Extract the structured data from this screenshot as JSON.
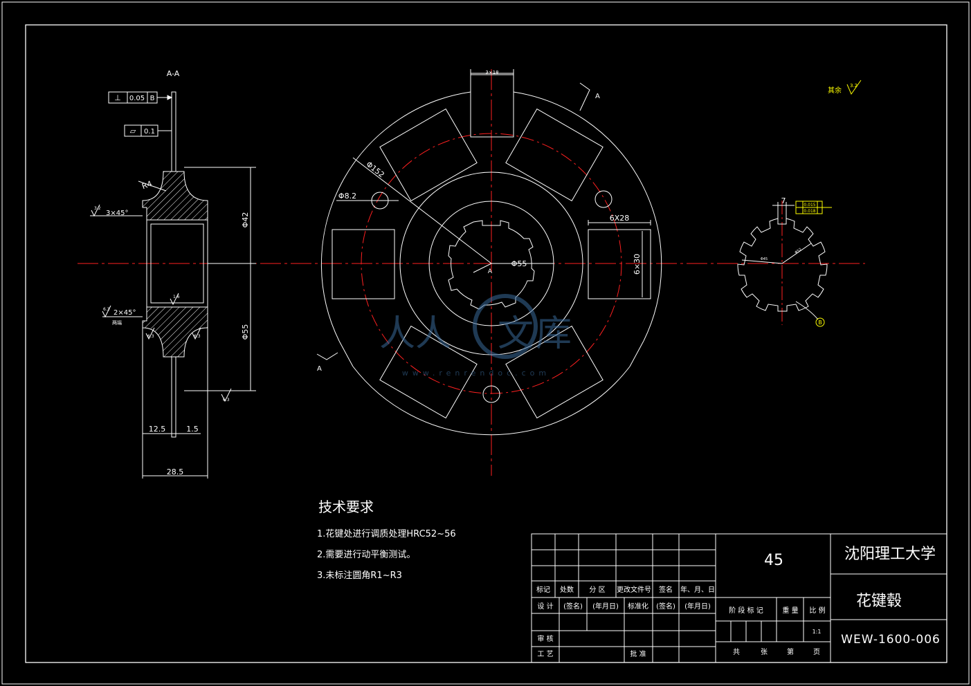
{
  "colors": {
    "background": "#000000",
    "line": "#ffffff",
    "center": "#ff2020",
    "hatch": "#ffffff",
    "callout": "#ffff00"
  },
  "section_view": {
    "title": "A-A",
    "gdt_perpendicular": {
      "symbol": "⊥",
      "value": "0.05",
      "datum": "B"
    },
    "gdt_flatness": {
      "symbol": "▱",
      "value": "0.1"
    },
    "radius": "R4",
    "chamfer_top": "3×45°",
    "chamfer_bottom": "2×45°",
    "chamfer_bottom_note": "两端",
    "rough_top": "3.2",
    "rough_bottom": "6.3",
    "rough_bore": "1.6",
    "rough_side1": "6.3",
    "rough_side2": "6.3",
    "rough_face": "6.3",
    "dia_hub": "Φ42",
    "dia_bore": "Φ55",
    "dim_left": "12.5",
    "dim_right": "1.5",
    "dim_width": "28.5"
  },
  "front_view": {
    "slot_top": "3×18",
    "dia_outer": "Φ152",
    "dia_hole": "Φ8.2",
    "window_w": "6X28",
    "window_h": "6×30",
    "dia_center": "Φ55",
    "center_label": "A",
    "section_mark_top": "A",
    "section_mark_bottom": "A"
  },
  "spline_view": {
    "dim_width": "7",
    "tol1": "0.015",
    "tol2": "0.018",
    "dia_minor": "Φ45",
    "dia_major": "Φ52",
    "datum": "B"
  },
  "surface_note": {
    "label": "其余",
    "value": "3.2"
  },
  "tech_req": {
    "title": "技术要求",
    "items": [
      "1.花键处进行调质处理HRC52~56",
      "2.需要进行动平衡测试。",
      "3.未标注圆角R1~R3"
    ]
  },
  "watermark": {
    "brand": "人人文库",
    "url": "www.renrendoc.com"
  },
  "title_block": {
    "material": "45",
    "school": "沈阳理工大学",
    "part_name": "花键毂",
    "drawing_no": "WEW-1600-006",
    "scale": "1:1",
    "headers": [
      "标记",
      "处数",
      "分 区",
      "更改文件号",
      "签名",
      "年、月、日"
    ],
    "design_row": [
      "设 计",
      "(签名)",
      "(年月日)",
      "标准化",
      "(签名)",
      "(年月日)"
    ],
    "stage_headers": [
      "阶 段 标 记",
      "重 量",
      "比 例"
    ],
    "review": "审 核",
    "process": "工 艺",
    "approve": "批 准",
    "sheet_row": [
      "共",
      "张",
      "第",
      "页"
    ]
  }
}
